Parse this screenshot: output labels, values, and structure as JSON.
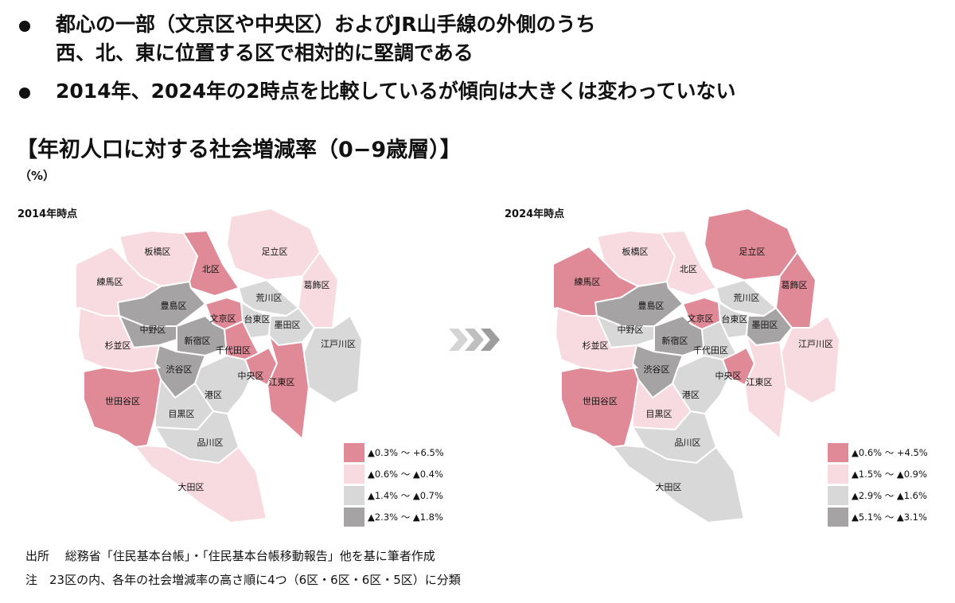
{
  "bullets": {
    "b1_line1": "都心の一部（文京区や中央区）およびJR山手線の外側のうち",
    "b1_line2": "西、北、東に位置する区で相対的に堅調である",
    "b2": "2014年、2024年の2時点を比較しているが傾向は大きくは変わっていない"
  },
  "section_title": "【年初人口に対する社会増減率（0−9歳層）】",
  "unit": "（%）",
  "colors": {
    "c1": "#e08a97",
    "c2": "#f7dbe1",
    "c3": "#d8d8d9",
    "c4": "#a6a3a5"
  },
  "maps": [
    {
      "title": "2014年時点",
      "legend": [
        "▲0.3% 〜 +6.5%",
        "▲0.6% 〜 ▲0.4%",
        "▲1.4% 〜 ▲0.7%",
        "▲2.3% 〜 ▲1.8%"
      ],
      "wards": {
        "板橋区": 2,
        "足立区": 2,
        "練馬区": 2,
        "北区": 1,
        "葛飾区": 2,
        "豊島区": 4,
        "荒川区": 3,
        "文京区": 1,
        "台東区": 3,
        "墨田区": 3,
        "中野区": 4,
        "新宿区": 4,
        "杉並区": 2,
        "千代田区": 1,
        "江戸川区": 3,
        "渋谷区": 4,
        "中央区": 1,
        "江東区": 1,
        "世田谷区": 1,
        "港区": 3,
        "目黒区": 3,
        "品川区": 3,
        "大田区": 2
      }
    },
    {
      "title": "2024年時点",
      "legend": [
        "▲0.6% 〜 +4.5%",
        "▲1.5% 〜 ▲0.9%",
        "▲2.9% 〜 ▲1.6%",
        "▲5.1% 〜 ▲3.1%"
      ],
      "wards": {
        "板橋区": 2,
        "足立区": 1,
        "練馬区": 1,
        "北区": 2,
        "葛飾区": 1,
        "豊島区": 4,
        "荒川区": 3,
        "文京区": 1,
        "台東区": 3,
        "墨田区": 4,
        "中野区": 3,
        "新宿区": 4,
        "杉並区": 2,
        "千代田区": 3,
        "江戸川区": 2,
        "渋谷区": 4,
        "中央区": 1,
        "江東区": 2,
        "世田谷区": 1,
        "港区": 3,
        "目黒区": 2,
        "品川区": 3,
        "大田区": 3
      }
    }
  ],
  "source": "出所　 総務省「住民基本台帳」・「住民基本台帳移動報告」他を基に筆者作成",
  "note": "注　23区の内、各年の社会増減率の高さ順に4つ（6区・6区・6区・5区）に分類"
}
